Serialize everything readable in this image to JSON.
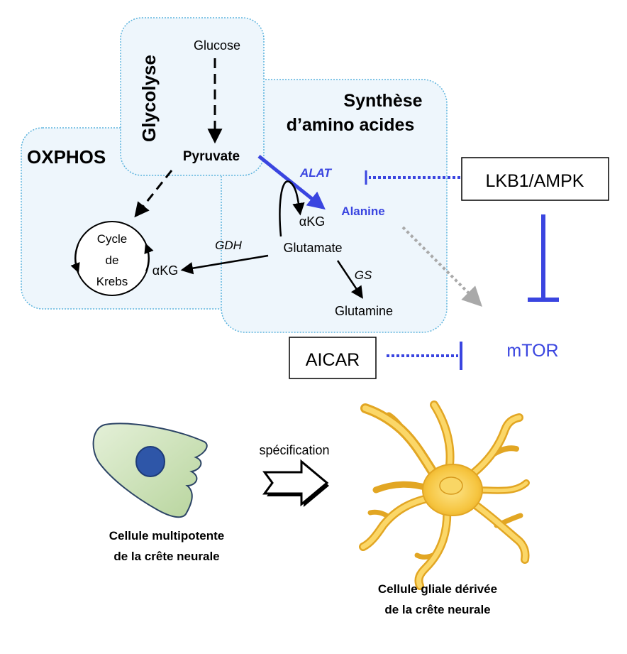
{
  "regions": {
    "glycolysis": "Glycolyse",
    "oxphos": "OXPHOS",
    "synthesis_line1": "Synthèse",
    "synthesis_line2": "d’amino acides"
  },
  "metabolites": {
    "glucose": "Glucose",
    "pyruvate": "Pyruvate",
    "akg_top": "αKG",
    "alanine": "Alanine",
    "glutamate": "Glutamate",
    "akg_left": "αKG",
    "glutamine": "Glutamine",
    "krebs_line1": "Cycle",
    "krebs_line2": "de",
    "krebs_line3": "Krebs"
  },
  "enzymes": {
    "alat": "ALAT",
    "gdh": "GDH",
    "gs": "GS"
  },
  "regulators": {
    "lkb1": "LKB1/AMPK",
    "aicar": "AICAR",
    "mtor": "mTOR"
  },
  "cells": {
    "arrow_label": "spécification",
    "multipotent_line1": "Cellule multipotente",
    "multipotent_line2": "de la crête neurale",
    "glial_line1": "Cellule gliale dérivée",
    "glial_line2": "de la crête neurale"
  },
  "colors": {
    "accent_blue": "#3a45e0",
    "region_border": "#5bb3dd",
    "region_fill": "#eef6fc",
    "inhibit_gray": "#a9a9a9",
    "cell_green": "#c9e0b4",
    "nucleus_blue": "#2e56a8",
    "glial_yellow": "#f4c24a"
  }
}
